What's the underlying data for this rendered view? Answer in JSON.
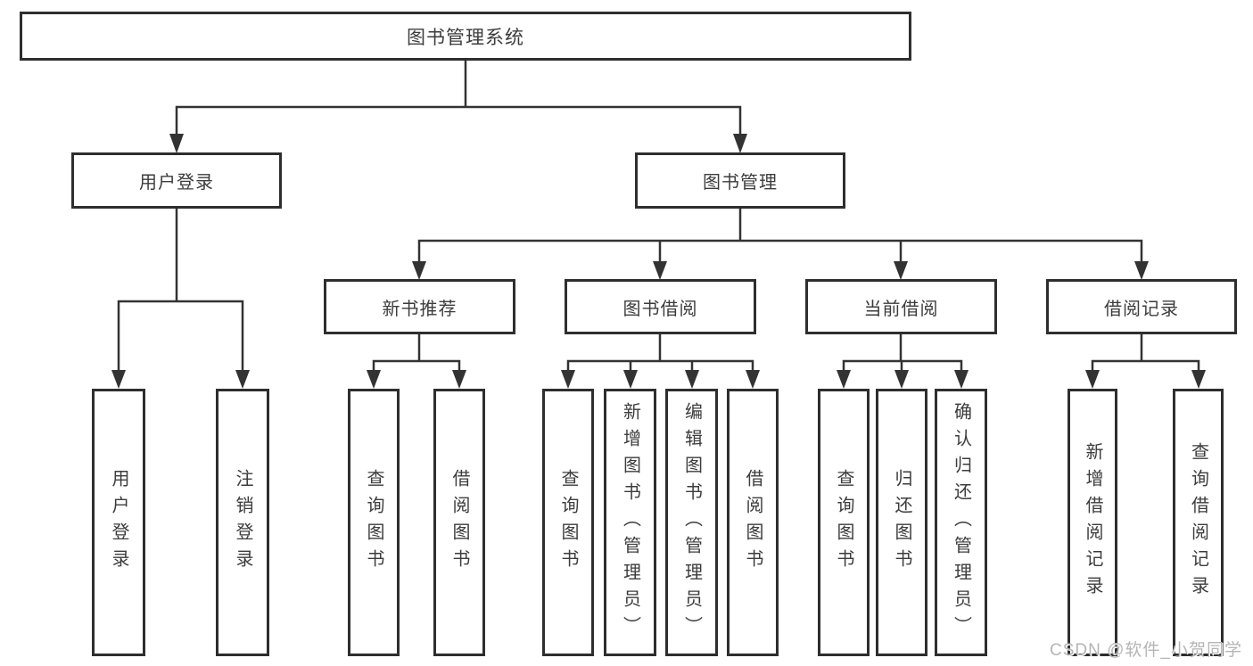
{
  "tree": {
    "label": "图书管理系统",
    "children": [
      {
        "label": "用户登录",
        "children": [
          {
            "label": "用户登录"
          },
          {
            "label": "注销登录"
          }
        ]
      },
      {
        "label": "图书管理",
        "children": [
          {
            "label": "新书推荐",
            "children": [
              {
                "label": "查询图书"
              },
              {
                "label": "借阅图书"
              }
            ]
          },
          {
            "label": "图书借阅",
            "children": [
              {
                "label": "查询图书"
              },
              {
                "label": "新增图书（管理员）"
              },
              {
                "label": "编辑图书（管理员）"
              },
              {
                "label": "借阅图书"
              }
            ]
          },
          {
            "label": "当前借阅",
            "children": [
              {
                "label": "查询图书"
              },
              {
                "label": "归还图书"
              },
              {
                "label": "确认归还（管理员）"
              }
            ]
          },
          {
            "label": "借阅记录",
            "children": [
              {
                "label": "新增借阅记录"
              },
              {
                "label": "查询借阅记录"
              }
            ]
          }
        ]
      }
    ]
  },
  "watermark": {
    "text": "CSDN @软件_小贺同学"
  },
  "colors": {
    "line": "#333333",
    "border": "#2e2e2e",
    "text": "#3c3c3c",
    "watermark": "#b5b5b5"
  }
}
